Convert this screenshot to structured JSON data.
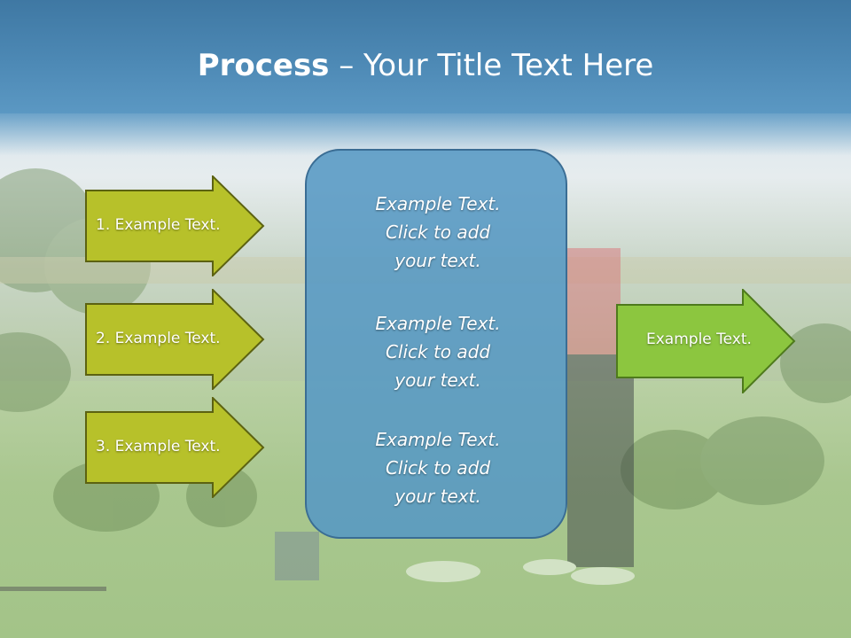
{
  "title": {
    "bold": "Process",
    "rest": " – Your Title Text Here"
  },
  "left_arrows": [
    {
      "label": "1. Example Text."
    },
    {
      "label": "2. Example Text."
    },
    {
      "label": "3. Example Text."
    }
  ],
  "center_box": {
    "blocks": [
      {
        "lines": [
          "Example Text.",
          "Click  to add",
          "your text."
        ]
      },
      {
        "lines": [
          "Example Text.",
          "Click  to add",
          "your text."
        ]
      },
      {
        "lines": [
          "Example Text.",
          "Click  to add",
          "your text."
        ]
      }
    ]
  },
  "right_arrow": {
    "label": "Example Text."
  },
  "colors": {
    "title_band": "#4a86b3",
    "left_arrow_fill": "#b7c12a",
    "left_arrow_stroke": "#5c6211",
    "right_arrow_fill": "#8cc63f",
    "right_arrow_stroke": "#4e7a1c",
    "center_box_fill": "#5698c4"
  }
}
